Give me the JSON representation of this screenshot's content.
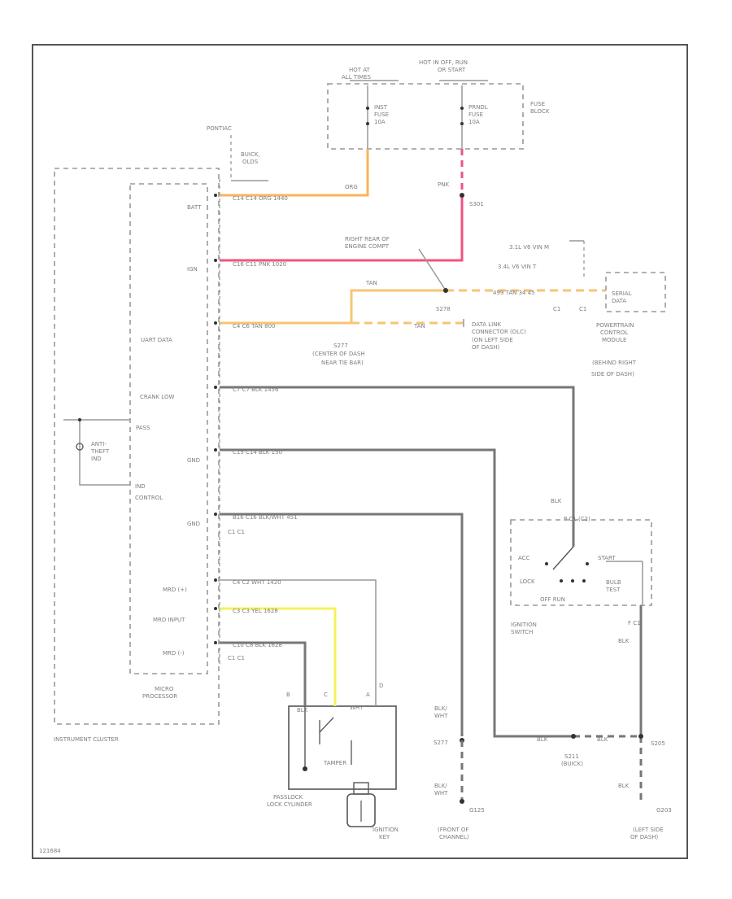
{
  "labels": {
    "hot_at_all_times": [
      "HOT AT",
      "ALL TIMES"
    ],
    "hot_in_off": [
      "HOT IN OFF, RUN",
      "OR START"
    ],
    "fuse_block": [
      "FUSE",
      "BLOCK"
    ],
    "inst_fuse": [
      "INST",
      "FUSE",
      "10A"
    ],
    "prndl_fuse": [
      "PRNDL",
      "FUSE",
      "10A"
    ],
    "pontiac": "PONTIAC",
    "buick_olds": [
      "BUICK,",
      "OLDS"
    ],
    "org_top": "ORG",
    "pnk_top": "PNK",
    "s301": "S301",
    "right_rear": [
      "RIGHT REAR OF",
      "ENGINE COMPT"
    ],
    "v6": [
      "3.1L V6 VIN M",
      "3.4L V6 VIN T"
    ],
    "s278": "S278",
    "tan_seg": "TAN",
    "pcm_wire": "499  TAN  34   45",
    "c1a": "C1",
    "c1b": "C1",
    "serial_data": [
      "SERIAL",
      "DATA"
    ],
    "pcm_desc": [
      "POWERTRAIN",
      "CONTROL",
      "MODULE",
      "(BEHIND RIGHT",
      "SIDE OF DASH)"
    ],
    "tan_dlc": "TAN",
    "dlc_desc": [
      "DATA LINK",
      "CONNECTOR (DLC)",
      "(ON LEFT SIDE",
      "OF DASH)"
    ],
    "s277": [
      "S277",
      "(CENTER OF DASH",
      "NEAR TIE BAR)"
    ],
    "pins": {
      "batt": "BATT",
      "ign": "IGN",
      "uart": "UART DATA",
      "crank": "CRANK LOW",
      "pass": "PASS",
      "gnd1": "GND",
      "gnd2": "GND",
      "ind_control": [
        "IND",
        "CONTROL"
      ],
      "mrd_h": "MRD (+)",
      "mrd_input": "MRD INPUT",
      "mrd_l": "MRD (-)"
    },
    "wires": {
      "batt": "C14   C14   ORG   1440",
      "ign": "C16   C11   PNK   1020",
      "uart": "C4   C6   TAN   800",
      "crank": "C7   C7   BLK   1456",
      "gnd1": "C15   C14   BLK   150",
      "gnd2": "B16   C16   BLK/WHT   451",
      "gnd2_c": "C1   C1",
      "mrd_h": "C4   C2   WHT   1420",
      "mrd_input": "C3   C3   YEL   1628",
      "mrd_l": "C10   C8   BLK   1628",
      "mrd_l_c": "C1   C1"
    },
    "anti_theft": [
      "ANTI-",
      "THEFT",
      "IND"
    ],
    "micro": [
      "MICRO",
      "PROCESSOR"
    ],
    "instrument_cluster": "INSTRUMENT CLUSTER",
    "passlock_abc": [
      "B",
      "C",
      "A"
    ],
    "passlock_d": "D",
    "passlock_blk": "BLK",
    "passlock_wht": "WHT",
    "tamper": "TAMPER",
    "passlock_name": [
      "PASSLOCK",
      "LOCK CYLINDER"
    ],
    "ignition_key": [
      "IGNITION",
      "KEY"
    ],
    "blk_switch": "BLK",
    "ignition_switch_top": "P   C1  (C2)",
    "acc": "ACC",
    "start": "START",
    "lock": "LOCK",
    "bulb_test": [
      "BULB",
      "TEST"
    ],
    "off_run": "OFF     RUN",
    "ignition_switch": [
      "IGNITION",
      "SWITCH"
    ],
    "f_c1": "F         C1",
    "blk_s": "BLK",
    "blk_wht_a": [
      "BLK/",
      "WHT"
    ],
    "blk_wht_b": [
      "BLK/",
      "WHT"
    ],
    "s277b": "S277",
    "g125": "G125",
    "front_dash": [
      "(FRONT OF",
      "CHANNEL)"
    ],
    "blk_s211": "BLK",
    "blk_s211b": "BLK",
    "s211": [
      "S211",
      "(BUICK)"
    ],
    "s205": "S205",
    "blk_g203": "BLK",
    "g203": "G203",
    "left_side": [
      "(LEFT SIDE",
      "OF DASH)"
    ],
    "fig_id": "121684"
  },
  "colors": {
    "orange": "#f7b55b",
    "pink": "#f0537f",
    "tan": "#f6c575",
    "yellow": "#f4f25b",
    "gray": "#777777"
  }
}
